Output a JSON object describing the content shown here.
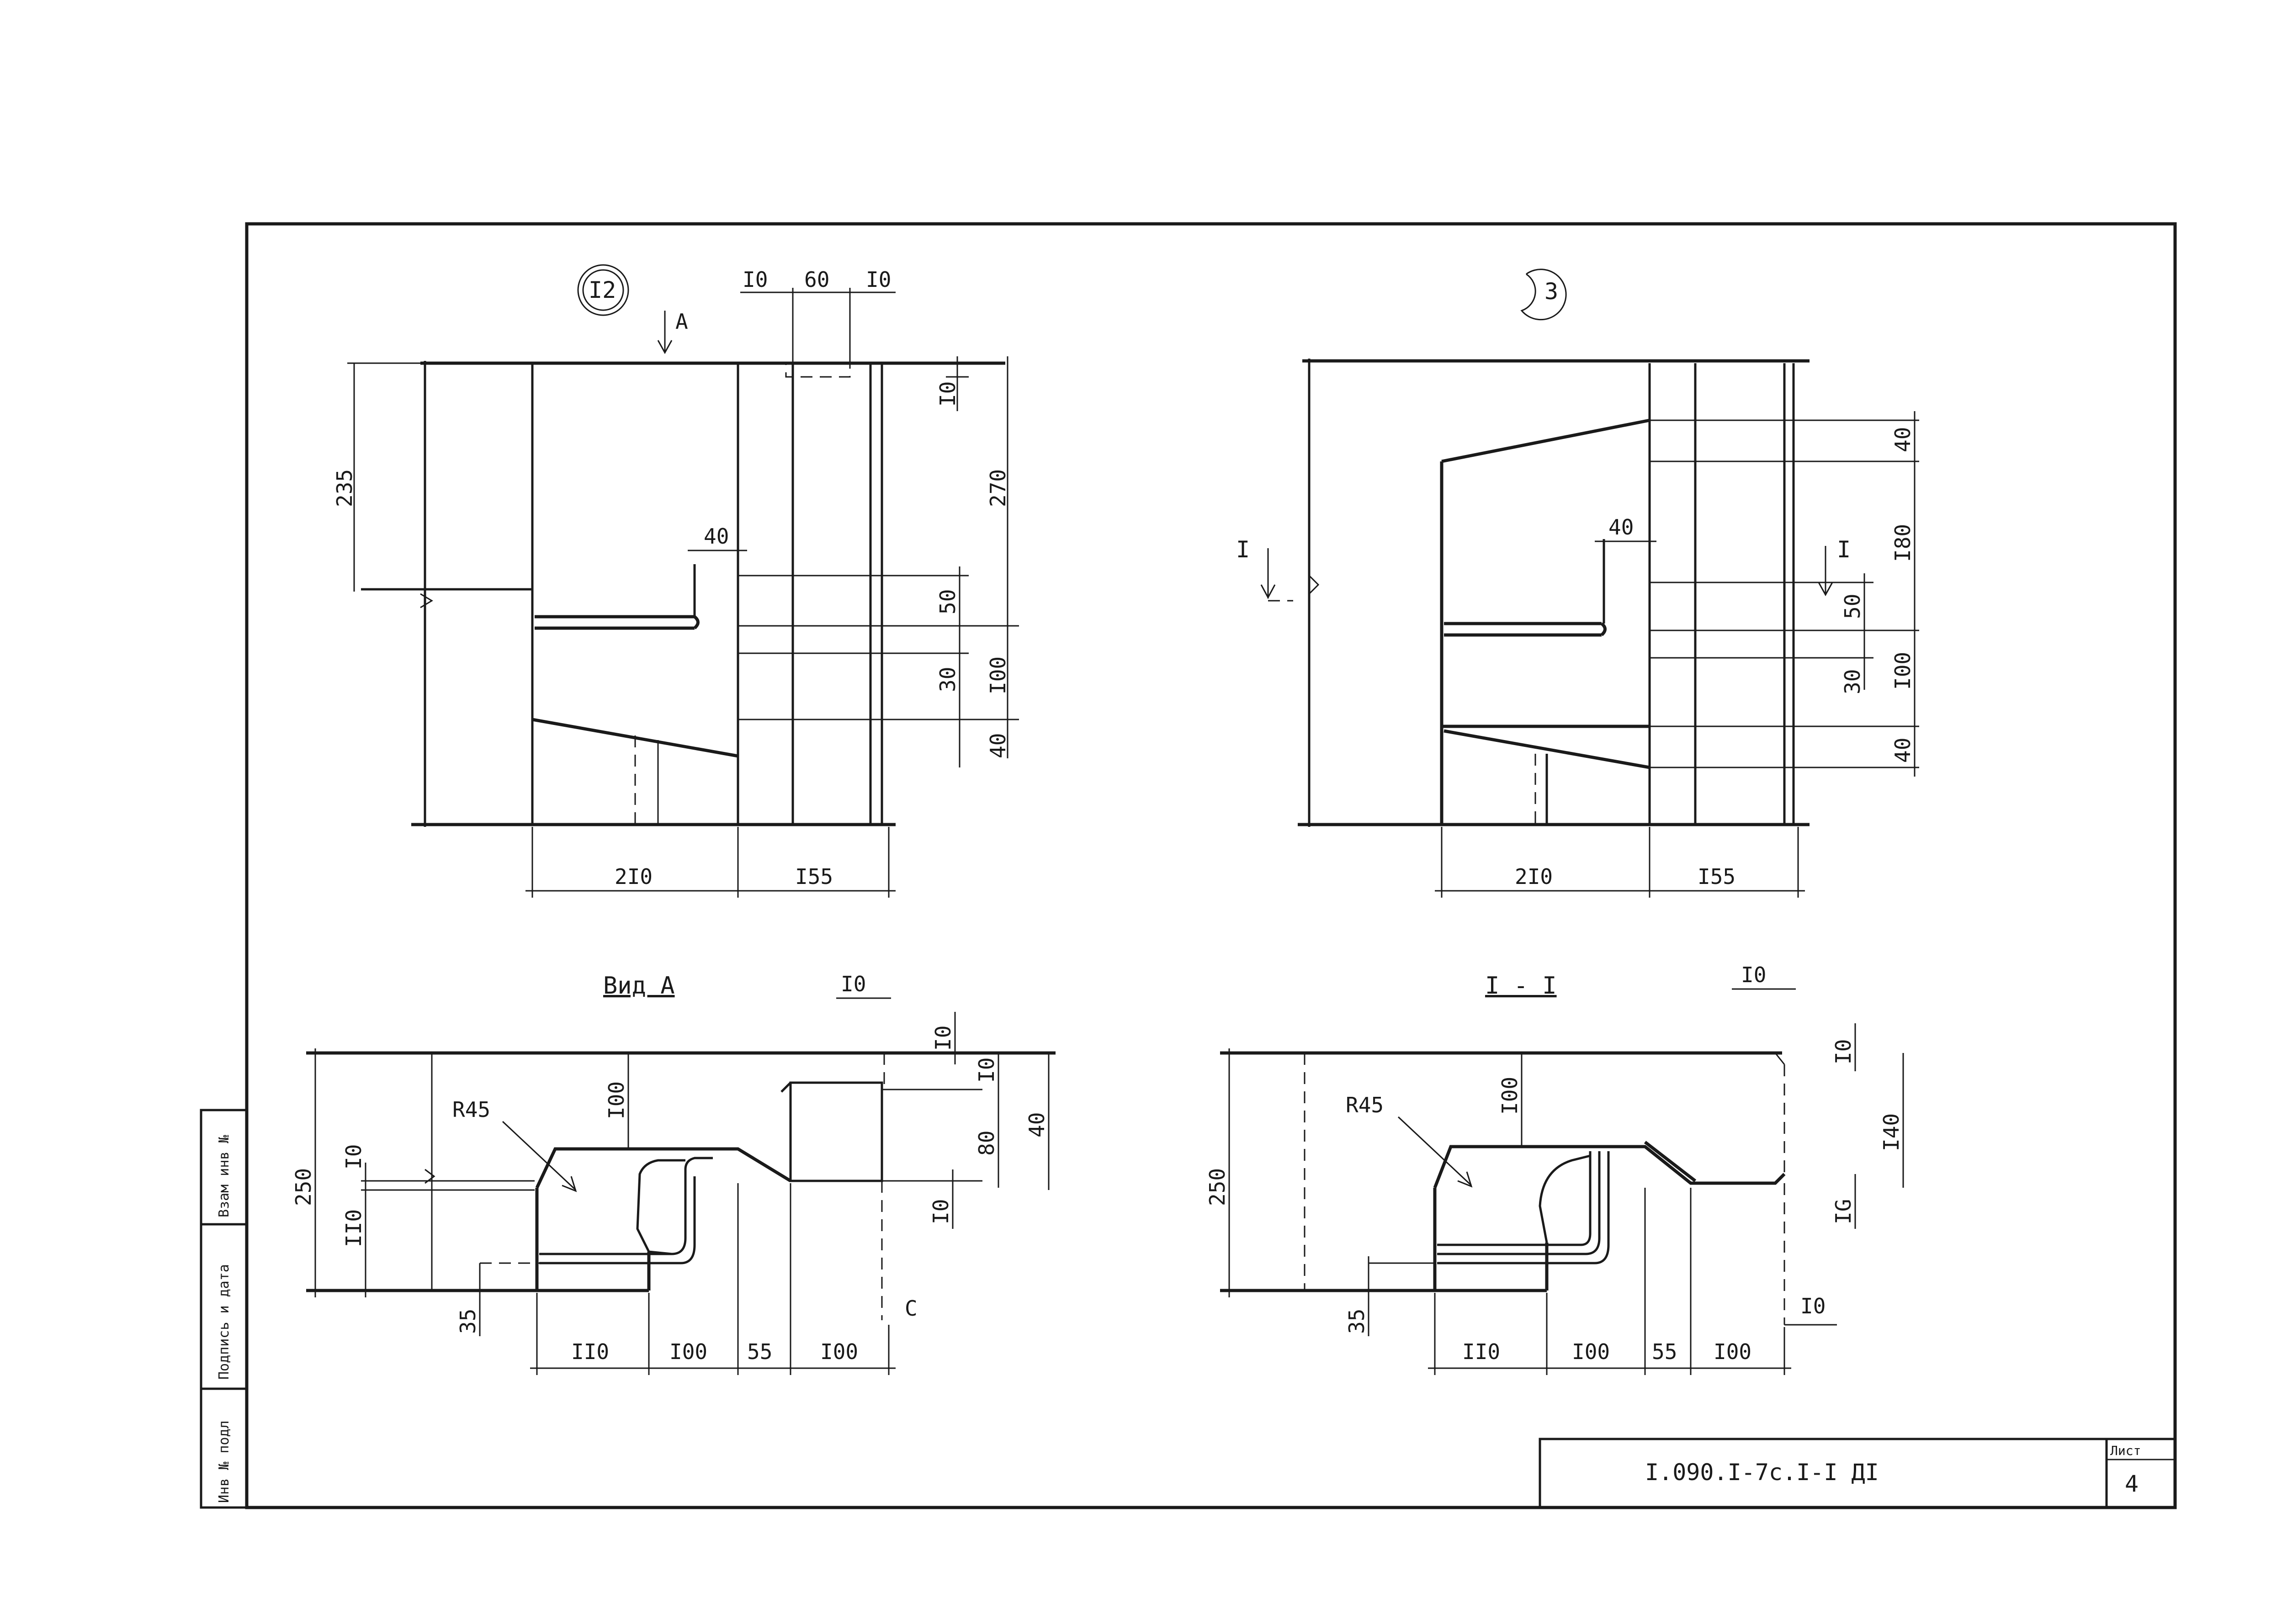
{
  "sheet": {
    "code": "I.090.I-7c.I-I ДI",
    "list_label": "Лист",
    "list_number": "4"
  },
  "side_stamp": {
    "cells": [
      "Инв № подл",
      "Подпись и дата",
      "Взам инв №"
    ]
  },
  "node_12": {
    "marker": "I2",
    "view_arrow": "A",
    "dims": {
      "top_10a": "I0",
      "top_60": "60",
      "top_10b": "I0",
      "left_235": "235",
      "right_10": "I0",
      "right_270": "270",
      "c_40": "40",
      "r_50": "50",
      "r_30": "30",
      "r_100": "I00",
      "r_40": "40",
      "b_210": "2I0",
      "b_155": "I55"
    }
  },
  "node_3": {
    "marker": "3",
    "section_mark": "I",
    "dims": {
      "r_40a": "40",
      "r_180": "I80",
      "c_40": "40",
      "r_50": "50",
      "r_30": "30",
      "r_100": "I00",
      "r_40b": "40",
      "b_210": "2I0",
      "b_155": "I55"
    }
  },
  "view_a": {
    "title": "Вид А",
    "dims": {
      "top_10": "I0",
      "r_10a": "I0",
      "r_10b": "I0",
      "r_80": "80",
      "r_140": "40",
      "r_10c": "I0",
      "r_c": "С",
      "radius": "R45",
      "c_100": "I00",
      "l_250": "250",
      "l_10": "I0",
      "l_110": "II0",
      "l_35": "35",
      "b_110": "II0",
      "b_100a": "I00",
      "b_55": "55",
      "b_100b": "I00"
    }
  },
  "section_1_1": {
    "title": "I - I",
    "dims": {
      "top_10": "I0",
      "r_10a": "I0",
      "r_140": "I40",
      "r_10b": "IG",
      "r_10c": "I0",
      "radius": "R45",
      "c_100": "I00",
      "l_250": "250",
      "l_35": "35",
      "b_110": "II0",
      "b_100a": "I00",
      "b_55": "55",
      "b_100b": "I00"
    }
  }
}
